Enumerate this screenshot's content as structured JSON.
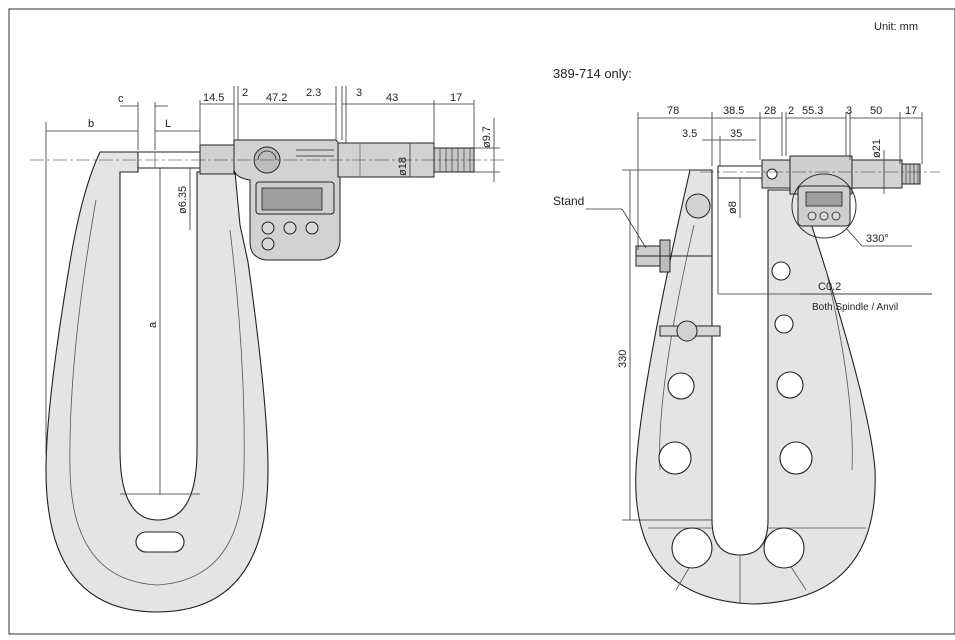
{
  "unit_label": "Unit: mm",
  "model_note": "389-714 only:",
  "left_dims": {
    "b": "b",
    "c": "c",
    "L": "L",
    "d14_5": "14.5",
    "d2": "2",
    "d47_2": "47.2",
    "d2_3": "2.3",
    "d3": "3",
    "d43": "43",
    "d17": "17",
    "dia9_7": "ø9.7",
    "dia18": "ø18",
    "dia6_35": "ø6.35",
    "a": "a"
  },
  "right_dims": {
    "d78": "78",
    "d38_5": "38.5",
    "d28": "28",
    "d2": "2",
    "d55_3": "55.3",
    "d3": "3",
    "d50": "50",
    "d17": "17",
    "d3_5": "3.5",
    "d35": "35",
    "dia21": "ø21",
    "dia8": "ø8",
    "stand": "Stand",
    "angle": "330°",
    "chamfer": "C0.2",
    "spindle_note": "Both Spindle / Anvil",
    "h330": "330"
  }
}
